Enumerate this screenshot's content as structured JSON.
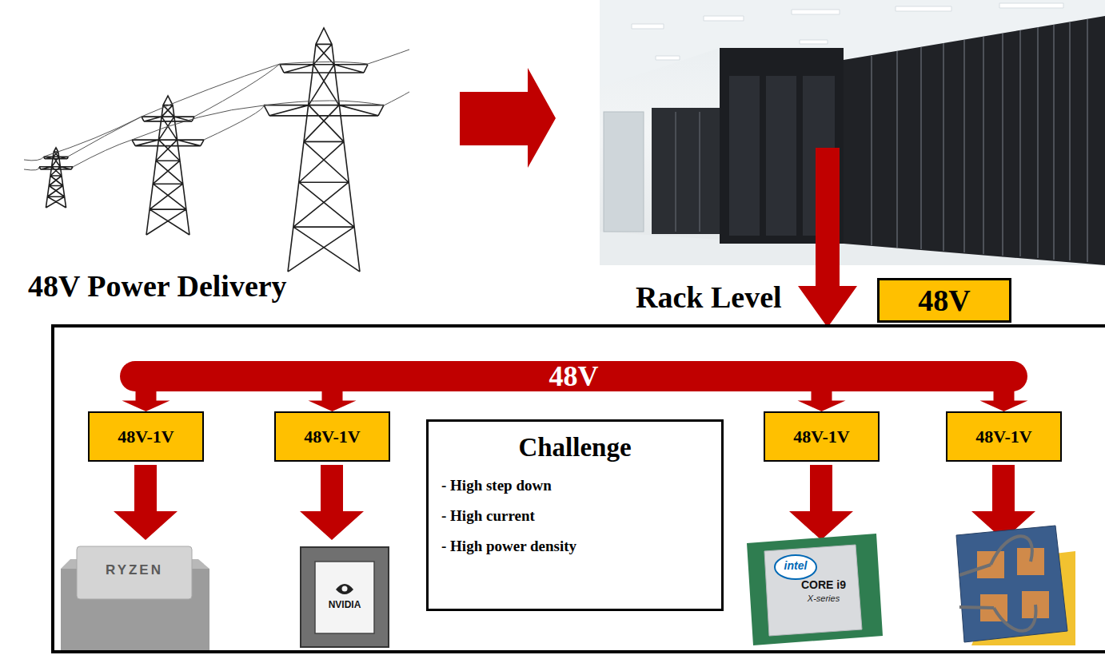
{
  "diagram": {
    "nodes": [
      {
        "text": [
          "48V"
        ]
      },
      {
        "text": [
          "48V"
        ]
      },
      {
        "text": [
          "48V-1V"
        ]
      },
      {
        "text": [
          "48V-1V"
        ]
      },
      {
        "text": [
          "Challenge",
          "- High step down",
          "- High current",
          "- High power density"
        ]
      },
      {
        "text": [
          "48V-1V"
        ]
      },
      {
        "text": [
          "48V-1V"
        ]
      }
    ],
    "edges": [
      {
        "from": 1,
        "to": 2,
        "arrow": "to"
      },
      {
        "from": 1,
        "to": 3,
        "arrow": "to"
      },
      {
        "from": 1,
        "to": 5,
        "arrow": "to"
      },
      {
        "from": 1,
        "to": 6,
        "arrow": "to"
      }
    ],
    "labels": [
      "48V Power Delivery",
      "Rack Level",
      "RYZEN",
      "NVIDIA",
      "intel",
      "CORE i9",
      "X-series"
    ]
  }
}
